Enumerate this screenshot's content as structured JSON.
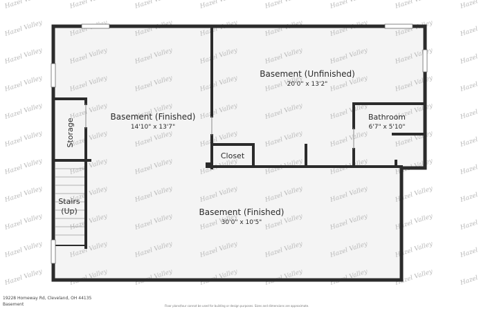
{
  "rooms": {
    "basement_finished_left": {
      "name": "Basement (Finished)",
      "dim": "14'10\" x 13'7\""
    },
    "basement_unfinished": {
      "name": "Basement (Unfinished)",
      "dim": "20'0\" x 13'2\""
    },
    "bathroom": {
      "name": "Bathroom",
      "dim": "6'7\" x 5'10\""
    },
    "closet": {
      "name": "Closet"
    },
    "storage": {
      "name": "Storage"
    },
    "stairs": {
      "line1": "Stairs",
      "line2": "(Up)"
    },
    "basement_finished_bottom": {
      "name": "Basement (Finished)",
      "dim": "30'0\" x 10'5\""
    }
  },
  "footer": {
    "address": "19228 Homeway Rd, Cleveland, OH 44135",
    "level": "Basement",
    "disclaimer": "Floor plans/tour cannot be used for building or design purposes. Sizes and dimensions are approximate."
  },
  "watermark": {
    "text": "Hazel Valley"
  },
  "colors": {
    "wall": "#2b2b2b",
    "floor": "#f4f4f4",
    "background": "#ffffff",
    "watermark": "#b9b9b9"
  }
}
